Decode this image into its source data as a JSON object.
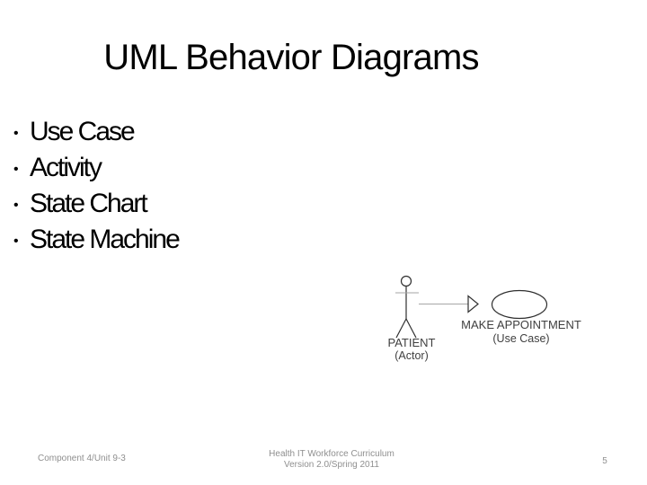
{
  "slide": {
    "title": "UML Behavior Diagrams",
    "bullet_char": "•",
    "bullets": [
      "Use Case",
      "Activity",
      "State Chart",
      "State Machine"
    ],
    "diagram": {
      "actor_name": "PATIENT",
      "actor_type": "(Actor)",
      "use_case_name": "MAKE APPOINTMENT",
      "use_case_type": "(Use Case)"
    },
    "footer": {
      "left": "Component 4/Unit 9-3",
      "center_line1": "Health IT Workforce Curriculum",
      "center_line2": "Version 2.0/Spring 2011",
      "page_number": "5"
    },
    "colors": {
      "background": "#ffffff",
      "title_text": "#000000",
      "bullet_text": "#000000",
      "diagram_shape_stroke": "#2f2f2f",
      "diagram_connector_stroke": "#a6a6a6",
      "diagram_label_text": "#3f3f3f",
      "footer_text": "#8f8f8f"
    }
  }
}
